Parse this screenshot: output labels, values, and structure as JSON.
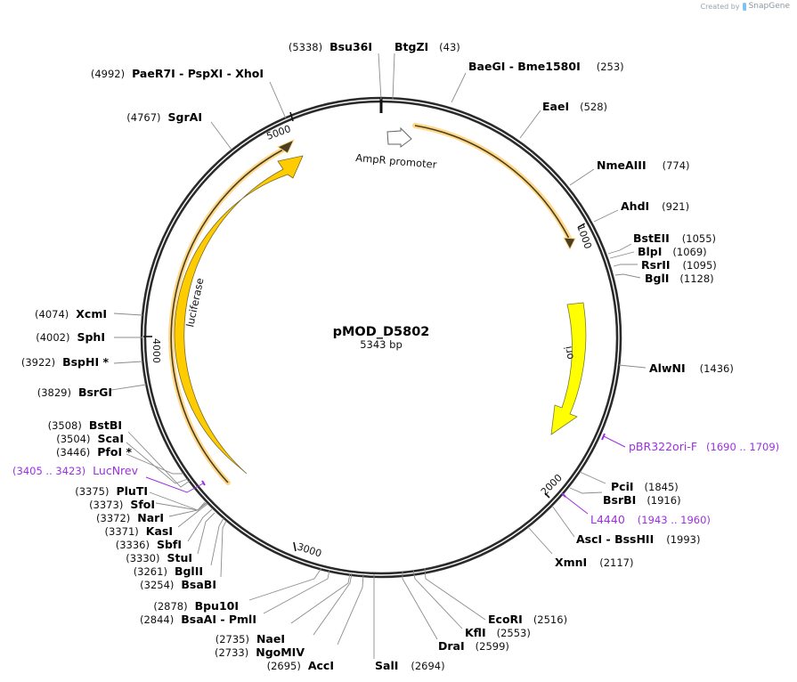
{
  "branding": {
    "created_by": "Created by",
    "product": "SnapGene"
  },
  "plasmid": {
    "name": "pMOD_D5802",
    "length_label": "5343 bp",
    "length": 5343
  },
  "colors": {
    "backbone": "#2a2a2a",
    "feature_cds": "#ffcc00",
    "feature_ori": "#ffff00",
    "feature_outline": "#7a6a2a",
    "primer": "#9b30e0",
    "orf_glow": "#ffd88a",
    "leader_line": "#8c8c8c"
  },
  "ticks": [
    {
      "pos": 1000,
      "label": "1000"
    },
    {
      "pos": 2000,
      "label": "2000"
    },
    {
      "pos": 3000,
      "label": "3000"
    },
    {
      "pos": 4000,
      "label": "4000"
    },
    {
      "pos": 5000,
      "label": "5000"
    }
  ],
  "features": [
    {
      "name": "AmpR promoter",
      "type": "promoter",
      "start": 5250,
      "end": 5343
    },
    {
      "name": "ori",
      "type": "rep_origin",
      "start": 1100,
      "end": 1690,
      "direction": "reverse"
    },
    {
      "name": "luciferase",
      "type": "CDS",
      "start": 3470,
      "end": 5120,
      "direction": "forward"
    }
  ],
  "orfs": [
    {
      "start": 95,
      "end": 1030,
      "direction": "forward"
    },
    {
      "start": 3410,
      "end": 5070,
      "direction": "forward"
    }
  ],
  "primers": [
    {
      "name": "pBR322ori-F",
      "range": "(1690 .. 1709)"
    },
    {
      "name": "L4440",
      "range": "(1943 .. 1960)"
    },
    {
      "name": "LucNrev",
      "range": "(3405 .. 3423)"
    }
  ],
  "sites_right": [
    {
      "names": "BtgZI",
      "pos": "(43)"
    },
    {
      "names": "BaeGI  - Bme1580I",
      "pos": "(253)"
    },
    {
      "names": "EaeI",
      "pos": "(528)"
    },
    {
      "names": "NmeAIII",
      "pos": "(774)"
    },
    {
      "names": "AhdI",
      "pos": "(921)"
    },
    {
      "names": "BstEII",
      "pos": "(1055)"
    },
    {
      "names": "BlpI",
      "pos": "(1069)"
    },
    {
      "names": "RsrII",
      "pos": "(1095)"
    },
    {
      "names": "BglI",
      "pos": "(1128)"
    },
    {
      "names": "AlwNI",
      "pos": "(1436)"
    },
    {
      "names": "PciI",
      "pos": "(1845)"
    },
    {
      "names": "BsrBI",
      "pos": "(1916)"
    },
    {
      "names": "AscI  - BssHII",
      "pos": "(1993)"
    },
    {
      "names": "XmnI",
      "pos": "(2117)"
    },
    {
      "names": "EcoRI",
      "pos": "(2516)"
    },
    {
      "names": "KflI",
      "pos": "(2553)"
    },
    {
      "names": "DraI",
      "pos": "(2599)"
    },
    {
      "names": "SalI",
      "pos": "(2694)"
    }
  ],
  "sites_left": [
    {
      "names": "Bsu36I",
      "pos": "(5338)"
    },
    {
      "names": "PaeR7I  - PspXI  - XhoI",
      "pos": "(4992)"
    },
    {
      "names": "SgrAI",
      "pos": "(4767)"
    },
    {
      "names": "XcmI",
      "pos": "(4074)"
    },
    {
      "names": "SphI",
      "pos": "(4002)"
    },
    {
      "names": "BspHI *",
      "pos": "(3922)"
    },
    {
      "names": "BsrGI",
      "pos": "(3829)"
    },
    {
      "names": "BstBI",
      "pos": "(3508)"
    },
    {
      "names": "ScaI",
      "pos": "(3504)"
    },
    {
      "names": "PfoI *",
      "pos": "(3446)"
    },
    {
      "names": "PluTI",
      "pos": "(3375)"
    },
    {
      "names": "SfoI",
      "pos": "(3373)"
    },
    {
      "names": "NarI",
      "pos": "(3372)"
    },
    {
      "names": "KasI",
      "pos": "(3371)"
    },
    {
      "names": "SbfI",
      "pos": "(3336)"
    },
    {
      "names": "StuI",
      "pos": "(3330)"
    },
    {
      "names": "BglII",
      "pos": "(3261)"
    },
    {
      "names": "BsaBI",
      "pos": "(3254)"
    },
    {
      "names": "Bpu10I",
      "pos": "(2878)"
    },
    {
      "names": "BsaAI  - PmlI",
      "pos": "(2844)"
    },
    {
      "names": "NaeI",
      "pos": "(2735)"
    },
    {
      "names": "NgoMIV",
      "pos": "(2733)"
    },
    {
      "names": "AccI",
      "pos": "(2695)"
    }
  ]
}
